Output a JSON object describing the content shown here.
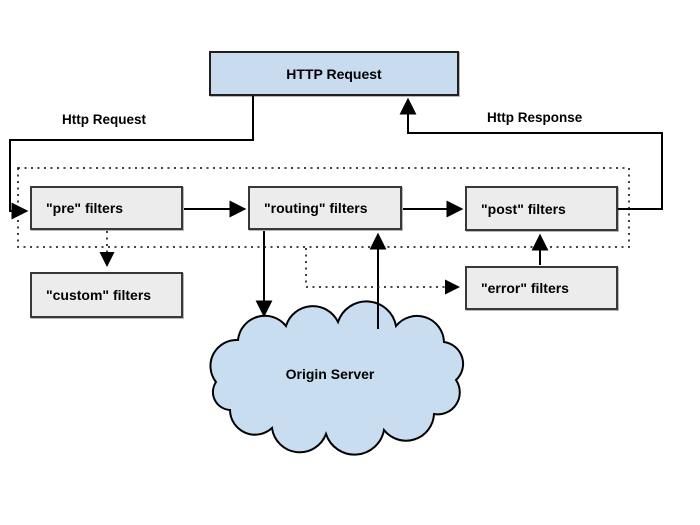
{
  "diagram": {
    "nodes": {
      "http_request": "HTTP Request",
      "pre": "\"pre\" filters",
      "routing": "\"routing\" filters",
      "post": "\"post\" filters",
      "custom": "\"custom\" filters",
      "error": "\"error\" filters",
      "origin_server": "Origin Server"
    },
    "edge_labels": {
      "request": "Http Request",
      "response": "Http Response"
    },
    "colors": {
      "node_blue_fill": "#c9dbee",
      "cloud_blue_fill": "#c9ddf1",
      "node_gray_fill": "#ececec",
      "node_border": "#1f1f1f",
      "line": "#000000",
      "dotted_line": "#2b2b2b",
      "background": "#ffffff"
    }
  }
}
